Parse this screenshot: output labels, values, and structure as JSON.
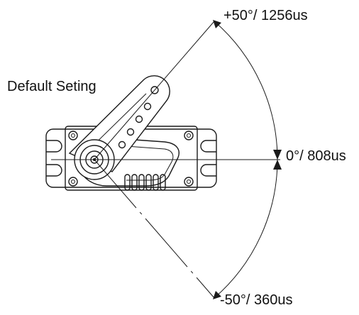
{
  "diagram": {
    "title": "Default Seting",
    "positions": [
      {
        "angle_label": "+50°/ 1256us",
        "angle_deg": 50,
        "pulse_us": 1256
      },
      {
        "angle_label": "0°/ 808us",
        "angle_deg": 0,
        "pulse_us": 808
      },
      {
        "angle_label": "-50°/ 360us",
        "angle_deg": -50,
        "pulse_us": 360
      }
    ]
  }
}
